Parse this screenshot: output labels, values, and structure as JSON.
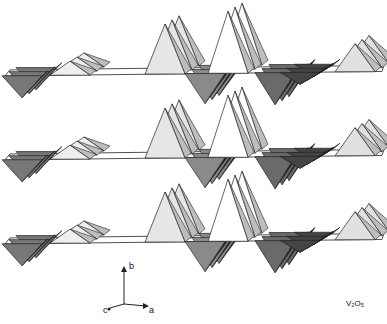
{
  "diagram": {
    "labels": [
      "b",
      "c",
      "a",
      "V₂O₅"
    ]
  }
}
